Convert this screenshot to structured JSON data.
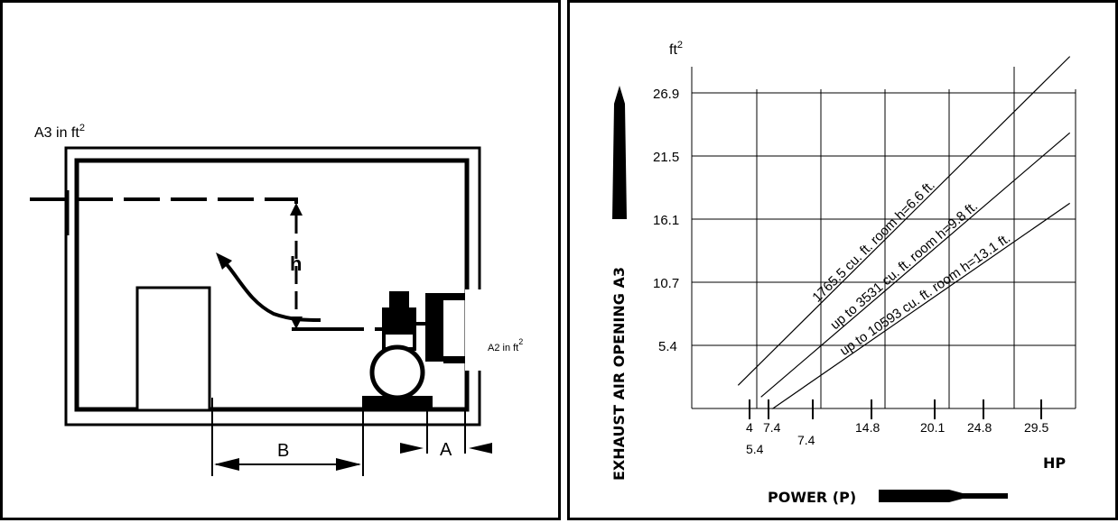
{
  "left_diagram": {
    "a3_label": "A3 in ft",
    "a3_unit_sup": "2",
    "a2_label": "A2 in ft",
    "a2_unit_sup": "2",
    "h_label": "h",
    "b_label": "B",
    "a_label": "A"
  },
  "chart_data": {
    "type": "line",
    "title": "",
    "xlabel": "POWER (P)",
    "x_unit": "HP",
    "ylabel": "EXHAUST AIR OPENING A3",
    "y_unit": "ft",
    "y_unit_sup": "2",
    "grid": true,
    "y_ticks": [
      "26.9",
      "21.5",
      "16.1",
      "10.7",
      "5.4"
    ],
    "x_ticks_upper": [
      "4",
      "7.4",
      "14.8",
      "20.1",
      "24.8",
      "29.5"
    ],
    "x_ticks_lower": [
      "5.4",
      "7.4"
    ],
    "series": [
      {
        "name": "1765.5 cu. ft. room h=6.6 ft.",
        "x": [
          3.0,
          32.0
        ],
        "y": [
          2.0,
          30.0
        ]
      },
      {
        "name": "up to 3531 cu. ft. room h=9.8 ft.",
        "x": [
          5.0,
          32.0
        ],
        "y": [
          1.0,
          23.5
        ]
      },
      {
        "name": "up to 10593 cu. ft. room h=13.1 ft.",
        "x": [
          6.0,
          32.0
        ],
        "y": [
          0.0,
          17.5
        ]
      }
    ]
  }
}
